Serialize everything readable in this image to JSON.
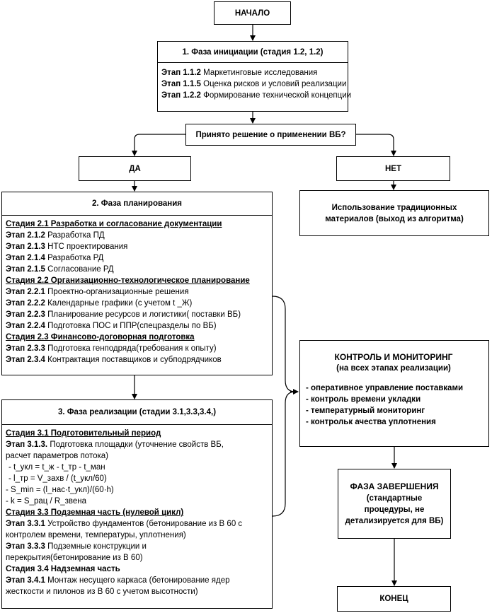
{
  "start": "НАЧАЛО",
  "phase1": {
    "title": "1. Фаза инициации (стадия 1.2, 1.2)",
    "items": [
      {
        "code": "Этап 1.1.2",
        "text": " Маркетинговые исследования"
      },
      {
        "code": "Этап 1.1.5",
        "text": " Оценка рисков и условий реализации"
      },
      {
        "code": "Этап 1.2.2",
        "text": " Формирование технической концепции"
      }
    ]
  },
  "decision": "Принято решение о применении ВБ?",
  "yes": "ДА",
  "no": "НЕТ",
  "traditional": "Использование традиционных материалов (выход из алгоритма)",
  "phase2": {
    "title": "2. Фаза планирования",
    "stage21": "Стадия 2.1 Разработка и согласование документации",
    "items21": [
      {
        "code": "Этап 2.1.2",
        "text": " Разработка ПД"
      },
      {
        "code": "Этап 2.1.3",
        "text": " НТС проектирования"
      },
      {
        "code": "Этап 2.1.4",
        "text": " Разработка РД"
      },
      {
        "code": "Этап 2.1.5",
        "text": " Согласование РД"
      }
    ],
    "stage22": "Стадия 2.2 Организационно-технологическое планирование",
    "items22": [
      {
        "code": "Этап 2.2.1",
        "text": " Проектно-организационные решения"
      },
      {
        "code": "Этап 2.2.2",
        "text": " Календарные графики (с учетом t _Ж)"
      },
      {
        "code": "Этап 2.2.3",
        "text": "  Планирование ресурсов и логистики( поставки ВБ)"
      },
      {
        "code": "Этап 2.2.4",
        "text": " Подготовка ПОС и ППР(спецразделы по ВБ)"
      }
    ],
    "stage23": "Стадия 2.3 Финансово-договорная подготовка",
    "items23": [
      {
        "code": "Этап 2.3.3",
        "text": " Подготовка генподряда(требования к опыту)"
      },
      {
        "code": "Этап 2.3.4",
        "text": " Контрактация поставщиков и субподрядчиков"
      }
    ]
  },
  "phase3": {
    "title": "3. Фаза реализации (стадии 3.1,3.3,3.4,)",
    "stage31": "Стадия 3.1 Подготовительный период",
    "item313_code": "Этап 3.1.3.",
    "item313_text": " Подготовка площадки (уточнение свойств ВБ, расчет параметров потока)",
    "formulas": [
      "- t_укл = t_ж - t_тр - t_ман",
      "- l_тр = V_захв / (t_укл/60)",
      "- S_min = (l_нас·t_укл)/(60·h)",
      "- k = S_рац / R_звена"
    ],
    "stage33": "Стадия 3.3 Подземная часть (нулевой цикл)",
    "item331_code": "Этап 3.3.1",
    "item331_text": " Устройство фундаментов (бетонирование из В 60 с контролем времени, температуры, уплотнения)",
    "item333_code": "Этап 3.3.3",
    "item333_text": " Подземные конструкции и перекрытия(бетонирование из В 60)",
    "stage34": "Стадия 3.4 Надземная часть",
    "item341_code": "Этап 3.4.1",
    "item341_text": " Монтаж несущего каркаса (бетонирование ядер жесткости и пилонов из В 60 с учетом высотности)"
  },
  "control": {
    "title": "КОНТРОЛЬ И МОНИТОРИНГ",
    "subtitle": "(на всех этапах реализации)",
    "items": [
      "- оперативное управление поставками",
      "- контроль времени укладки",
      "- температурный мониторинг",
      "- контрольк ачества уплотнения"
    ]
  },
  "completion": {
    "title": "ФАЗА ЗАВЕРШЕНИЯ",
    "text": "(стандартные процедуры, не детализируется для ВБ)"
  },
  "end": "КОНЕЦ"
}
